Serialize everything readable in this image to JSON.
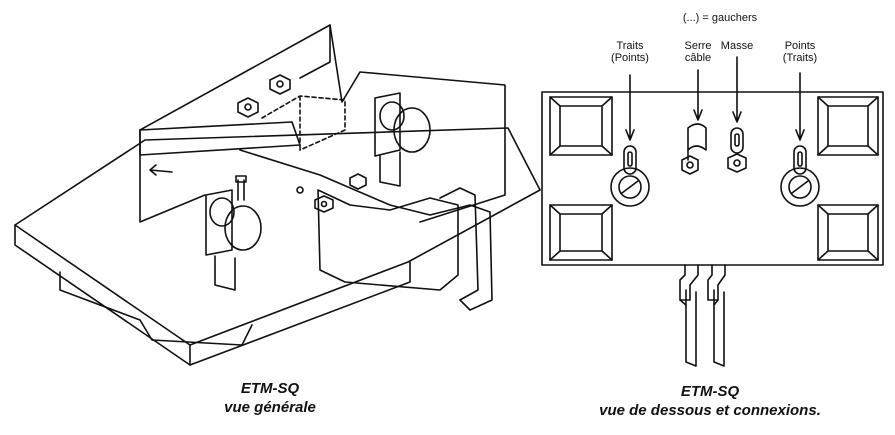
{
  "left_figure": {
    "caption_line1": "ETM-SQ",
    "caption_line2": "vue générale"
  },
  "right_figure": {
    "note": "(...) = gauchers",
    "labels": {
      "traits": "Traits",
      "traits_alt": "(Points)",
      "serre": "Serre",
      "cable": "câble",
      "masse": "Masse",
      "points": "Points",
      "points_alt": "(Traits)"
    },
    "caption_line1": "ETM-SQ",
    "caption_line2": "vue de dessous et connexions."
  }
}
